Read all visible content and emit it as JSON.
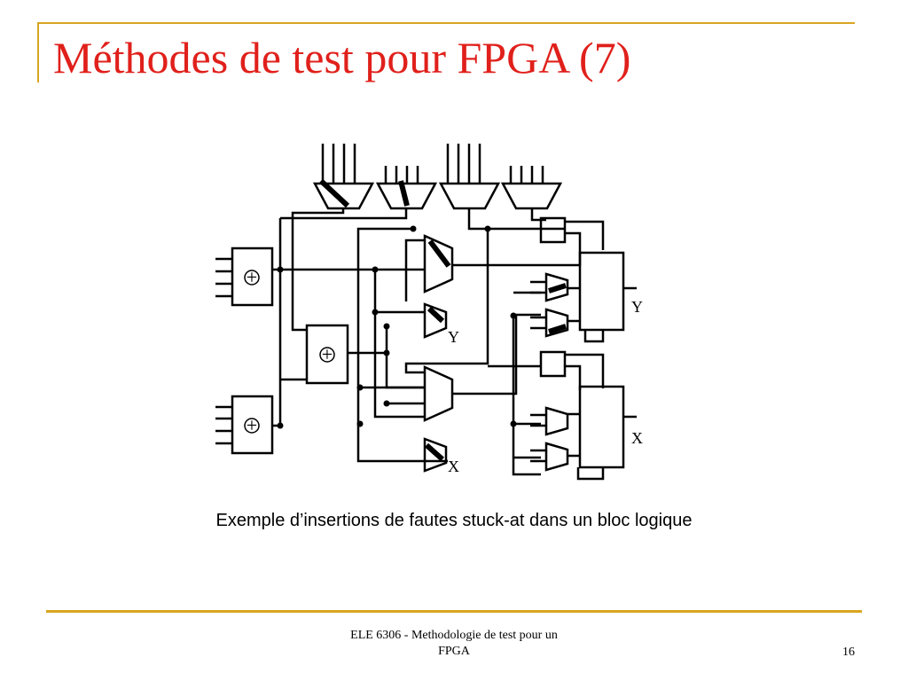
{
  "slide": {
    "title": "Méthodes de test pour FPGA (7)",
    "caption": "Exemple d’insertions de fautes stuck-at dans un bloc logique",
    "footer_line1": "ELE 6306 - Methodologie de test pour un",
    "footer_line2": "FPGA",
    "page_number": "16"
  },
  "diagram": {
    "gate_symbol": "+",
    "output_y": "Y",
    "output_x": "X"
  },
  "colors": {
    "title": "#e0201b",
    "accent_rule": "#d9a520"
  }
}
